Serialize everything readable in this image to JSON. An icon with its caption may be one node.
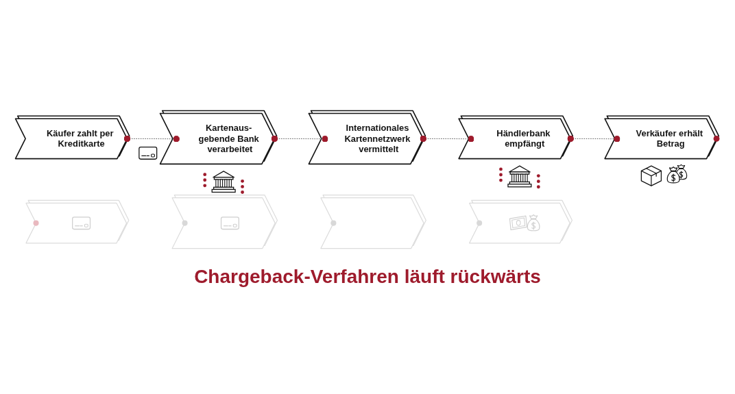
{
  "diagram": {
    "nodes": [
      {
        "text": [
          "Käufer zahlt per Kreditkarte"
        ]
      },
      {
        "text": [
          "Kartenaus- gebende Bank verarbeitet"
        ]
      },
      {
        "text": [
          "Internationales Kartennetzwerk vermittelt"
        ]
      },
      {
        "text": [
          "Händlerbank empfängt"
        ]
      },
      {
        "text": [
          "Verkäufer erhält Betrag"
        ]
      },
      {
        "text": [],
        "shape": "chevron"
      },
      {
        "text": [],
        "shape": "chevron"
      },
      {
        "text": [],
        "shape": "chevron"
      },
      {
        "text": [],
        "shape": "chevron"
      }
    ],
    "edges": [
      {
        "from": 0,
        "to": 1,
        "arrow": "other",
        "style": "dashed"
      },
      {
        "from": 1,
        "to": 2,
        "arrow": "other",
        "style": "dashed"
      },
      {
        "from": 2,
        "to": 3,
        "arrow": "other",
        "style": "dashed"
      },
      {
        "from": 3,
        "to": 4,
        "arrow": "other",
        "style": "dashed"
      }
    ],
    "labels": [
      "Chargeback-Verfahren läuft rückwärts"
    ]
  }
}
